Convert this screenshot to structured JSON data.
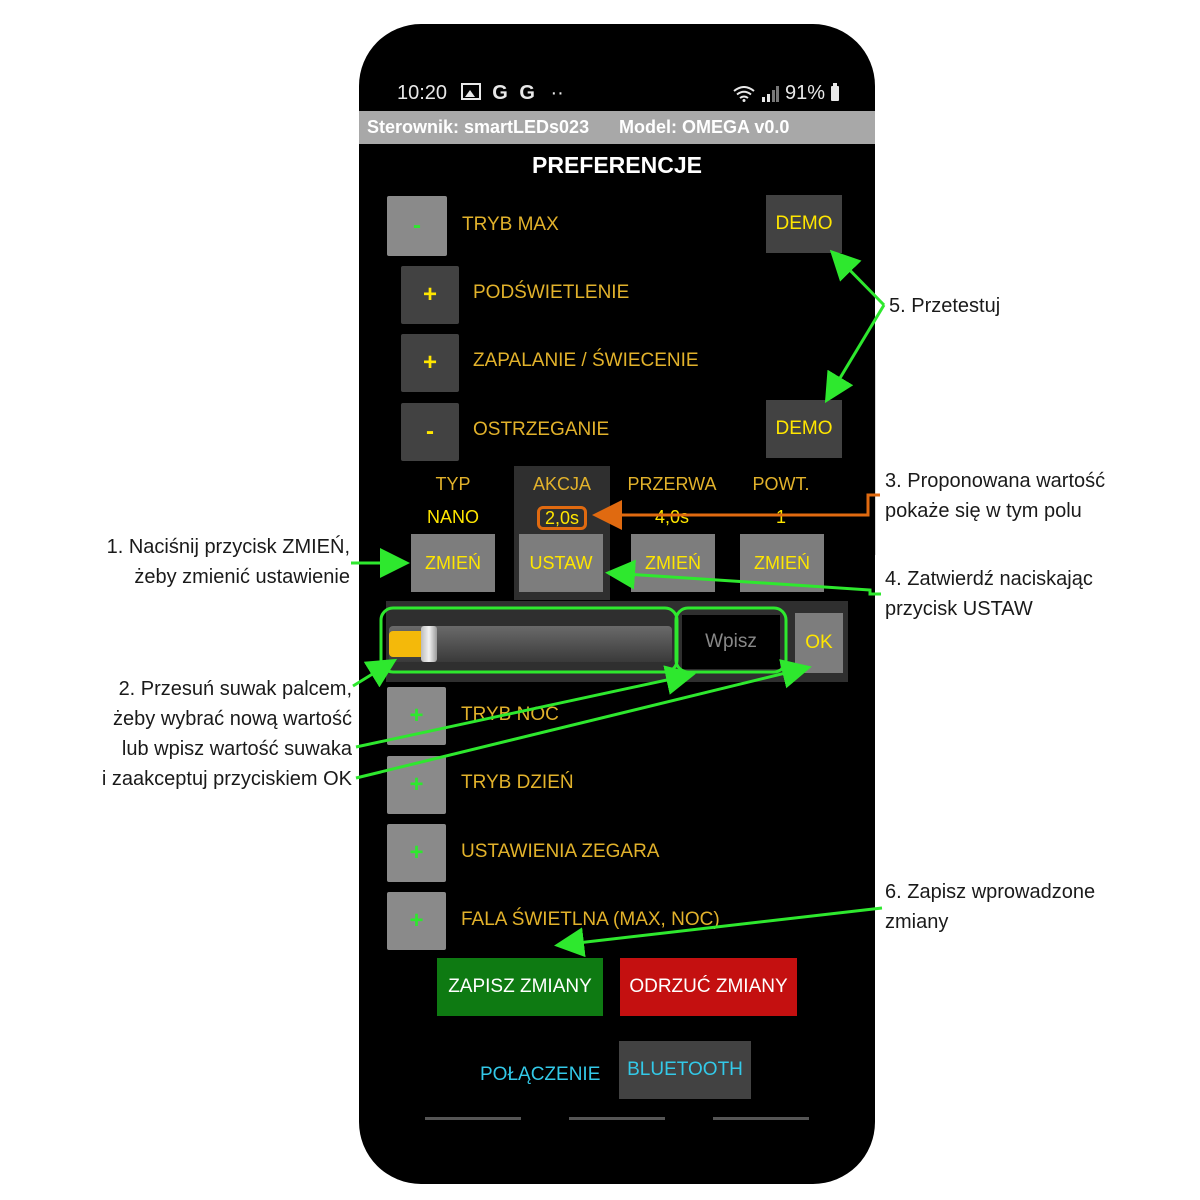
{
  "status_bar": {
    "time": "10:20",
    "notif_g1": "G",
    "notif_g2": "G",
    "notif_dots": "··",
    "battery": "91%"
  },
  "header": {
    "controller": "Sterownik: smartLEDs023",
    "model": "Model: OMEGA v0.0"
  },
  "page_title": "PREFERENCJE",
  "rows_top": [
    {
      "sign": "-",
      "label": "TRYB MAX"
    },
    {
      "sign": "+",
      "label": "PODŚWIETLENIE"
    },
    {
      "sign": "+",
      "label": "ZAPALANIE / ŚWIECENIE"
    },
    {
      "sign": "-",
      "label": "OSTRZEGANIE"
    }
  ],
  "demo_label": "DEMO",
  "params": [
    {
      "header": "TYP",
      "value": "NANO",
      "button": "ZMIEŃ"
    },
    {
      "header": "AKCJA",
      "value": "2,0s",
      "button": "USTAW"
    },
    {
      "header": "PRZERWA",
      "value": "4,0s",
      "button": "ZMIEŃ"
    },
    {
      "header": "POWT.",
      "value": "1",
      "button": "ZMIEŃ"
    }
  ],
  "slider": {
    "value_fraction": 0.12,
    "input_placeholder": "Wpisz",
    "ok_label": "OK"
  },
  "rows_bottom": [
    {
      "sign": "+",
      "label": "TRYB NOC"
    },
    {
      "sign": "+",
      "label": "TRYB DZIEŃ"
    },
    {
      "sign": "+",
      "label": "USTAWIENIA ZEGARA"
    },
    {
      "sign": "+",
      "label": "FALA ŚWIETLNA (MAX, NOC)"
    }
  ],
  "save_button": "ZAPISZ ZMIANY",
  "discard_button": "ODRZUĆ ZMIANY",
  "connection": {
    "label": "POŁĄCZENIE",
    "button": "BLUETOOTH"
  },
  "annotations": {
    "a1_line1": "1. Naciśnij przycisk ZMIEŃ,",
    "a1_line2": "żeby zmienić ustawienie",
    "a2_line1": "2. Przesuń suwak palcem,",
    "a2_line2": "żeby wybrać nową wartość",
    "a2_line3": "lub wpisz wartość suwaka",
    "a2_line4": "i zaakceptuj przyciskiem OK",
    "a3_line1": "3. Proponowana wartość",
    "a3_line2": "pokaże się w tym polu",
    "a4_line1": "4. Zatwierdź naciskając",
    "a4_line2": "przycisk USTAW",
    "a5": "5. Przetestuj",
    "a6_line1": "6. Zapisz wprowadzone",
    "a6_line2": "zmiany"
  },
  "colors": {
    "accent_green": "#2ee82e",
    "label_amber": "#e2b22b",
    "yellow": "#ffe600",
    "save_green": "#0e7a12",
    "discard_red": "#c41010",
    "orange_highlight": "#e06a10",
    "cyan": "#33c9e8"
  }
}
